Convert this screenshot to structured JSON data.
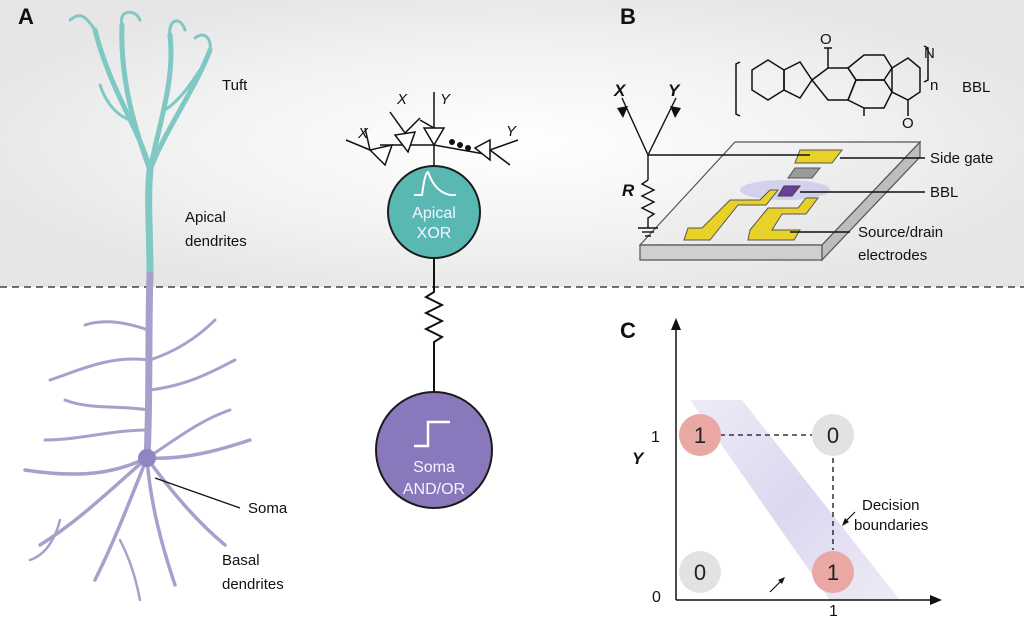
{
  "panels": {
    "a": "A",
    "b": "B",
    "c": "C"
  },
  "neuron": {
    "tuft": "Tuft",
    "apical_line1": "Apical",
    "apical_line2": "dendrites",
    "soma": "Soma",
    "basal_line1": "Basal",
    "basal_line2": "dendrites"
  },
  "circuit": {
    "apical_circle_line1": "Apical",
    "apical_circle_line2": "XOR",
    "soma_circle_line1": "Soma",
    "soma_circle_line2": "AND/OR",
    "input_x1": "X",
    "input_y1": "Y",
    "input_x2": "X",
    "input_y2": "Y"
  },
  "device": {
    "input_x": "X",
    "input_y": "Y",
    "resistor": "R",
    "polymer": "BBL",
    "repeat_n": "n",
    "side_gate": "Side gate",
    "bbl": "BBL",
    "source_drain_line1": "Source/drain",
    "source_drain_line2": "electrodes"
  },
  "xor_plot": {
    "y_axis_label": "Y",
    "y_tick_0": "0",
    "y_tick_1": "1",
    "x_tick_1": "1",
    "points": [
      {
        "x": 0,
        "y": 1,
        "value": "1",
        "color": "#e9a8a4"
      },
      {
        "x": 1,
        "y": 1,
        "value": "0",
        "color": "#e2e2e2"
      },
      {
        "x": 0,
        "y": 0,
        "value": "0",
        "color": "#e2e2e2"
      },
      {
        "x": 1,
        "y": 0,
        "value": "1",
        "color": "#e9a8a4"
      }
    ],
    "annotation_line1": "Decision",
    "annotation_line2": "boundaries"
  },
  "colors": {
    "apical": "#7fc8c4",
    "basal": "#a7a0cc",
    "soma_circle": "#8a78bc",
    "apical_circle": "#5ab8b3",
    "electrode": "#e8d22a",
    "bbl": "#6a3f9a"
  }
}
